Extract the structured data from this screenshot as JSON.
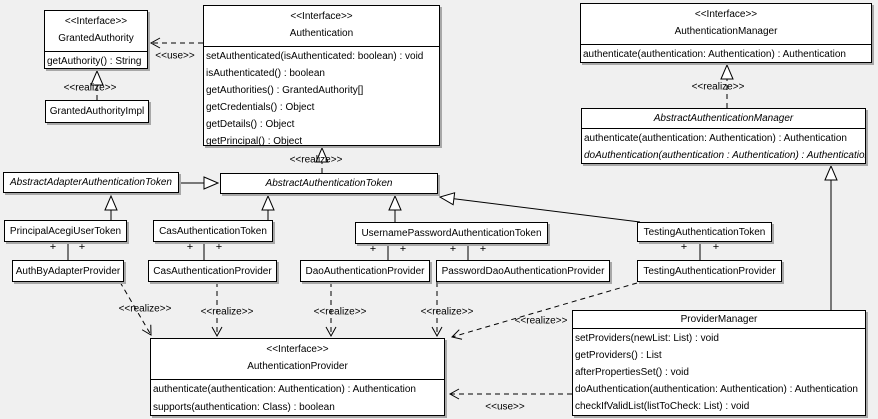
{
  "colors": {
    "background": "#f0f0f0",
    "box_fill": "#ffffff",
    "box_border": "#000000",
    "box_shadow": "#a8a8a8",
    "line": "#000000"
  },
  "labels": {
    "use": "<<use>>",
    "realize": "<<realize>>",
    "plus": "+"
  },
  "classes": {
    "grantedAuthority": {
      "stereotype": "<<Interface>>",
      "name": "GrantedAuthority",
      "methods": [
        "getAuthority() : String"
      ]
    },
    "grantedAuthorityImpl": {
      "name": "GrantedAuthorityImpl"
    },
    "authentication": {
      "stereotype": "<<Interface>>",
      "name": "Authentication",
      "methods": [
        "setAuthenticated(isAuthenticated: boolean) : void",
        "isAuthenticated() : boolean",
        "getAuthorities() : GrantedAuthority[]",
        "getCredentials() : Object",
        "getDetails() : Object",
        "getPrincipal() : Object"
      ]
    },
    "authenticationManager": {
      "stereotype": "<<Interface>>",
      "name": "AuthenticationManager",
      "methods": [
        "authenticate(authentication: Authentication) : Authentication"
      ]
    },
    "abstractAuthenticationManager": {
      "name": "AbstractAuthenticationManager",
      "methods": [
        "authenticate(authentication: Authentication) : Authentication",
        "doAuthentication(authentication : Authentication) : Authentication"
      ]
    },
    "abstractAdapterAuthenticationToken": {
      "name": "AbstractAdapterAuthenticationToken"
    },
    "abstractAuthenticationToken": {
      "name": "AbstractAuthenticationToken"
    },
    "principalAcegiUserToken": {
      "name": "PrincipalAcegiUserToken"
    },
    "casAuthenticationToken": {
      "name": "CasAuthenticationToken"
    },
    "usernamePasswordAuthenticationToken": {
      "name": "UsernamePasswordAuthenticationToken"
    },
    "testingAuthenticationToken": {
      "name": "TestingAuthenticationToken"
    },
    "authByAdapterProvider": {
      "name": "AuthByAdapterProvider"
    },
    "casAuthenticationProvider": {
      "name": "CasAuthenticationProvider"
    },
    "daoAuthenticationProvider": {
      "name": "DaoAuthenticationProvider"
    },
    "passwordDaoAuthenticationProvider": {
      "name": "PasswordDaoAuthenticationProvider"
    },
    "testingAuthenticationProvider": {
      "name": "TestingAuthenticationProvider"
    },
    "authenticationProvider": {
      "stereotype": "<<Interface>>",
      "name": "AuthenticationProvider",
      "methods": [
        "authenticate(authentication: Authentication) : Authentication",
        "supports(authentication: Class) : boolean"
      ]
    },
    "providerManager": {
      "name": "ProviderManager",
      "methods": [
        "setProviders(newList: List) : void",
        "getProviders() : List",
        "afterPropertiesSet() : void",
        "doAuthentication(authentication: Authentication) : Authentication",
        "checkIfValidList(listToCheck: List) : void"
      ]
    }
  }
}
